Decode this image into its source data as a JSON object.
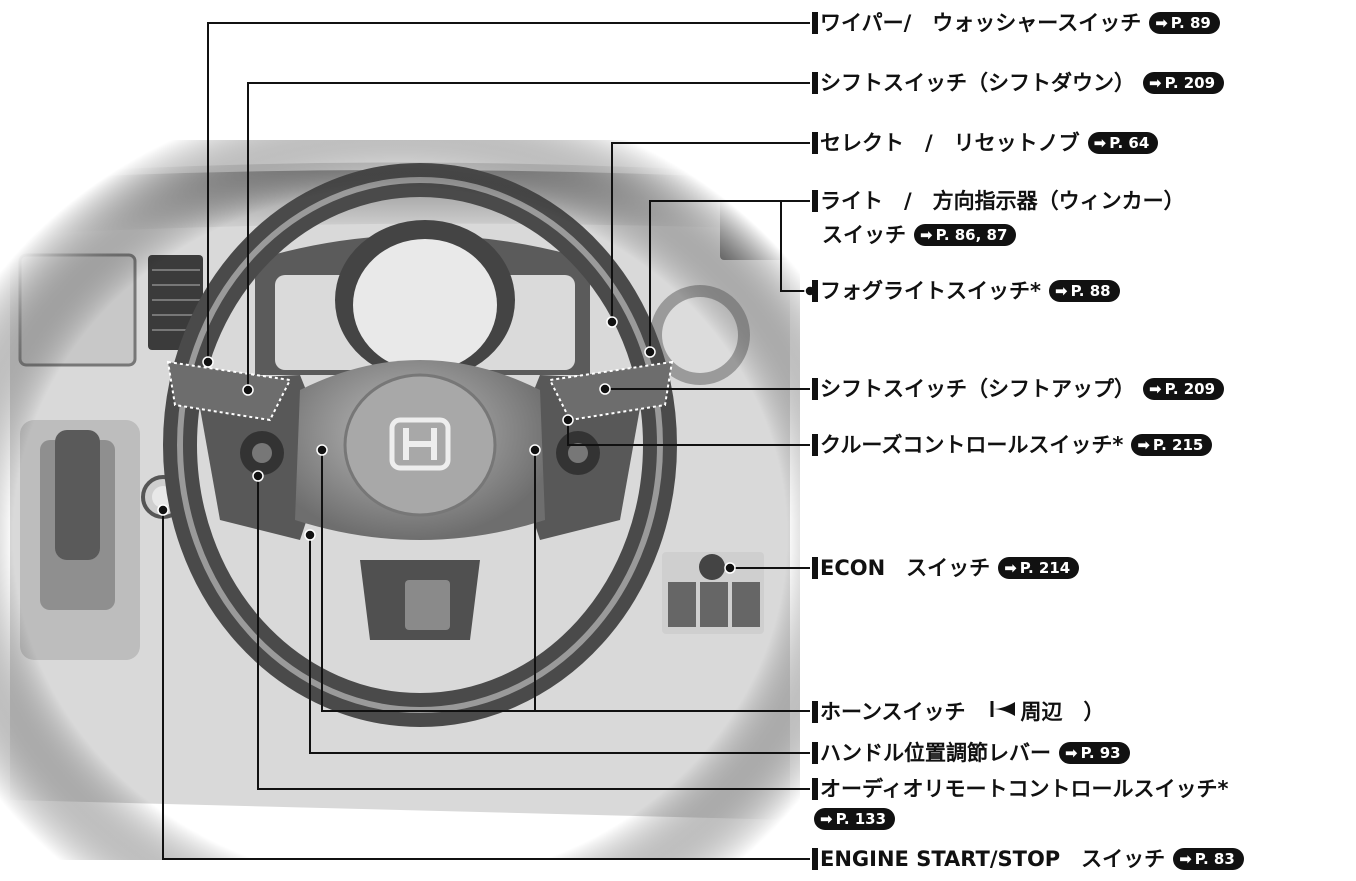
{
  "callouts": [
    {
      "text": "ワイパー/　ウォッシャースイッチ",
      "ref": "P. 89"
    },
    {
      "text": "シフトスイッチ（シフトダウン）",
      "ref": "P. 209"
    },
    {
      "text": "セレクト　/　リセットノブ",
      "ref": "P. 64"
    },
    {
      "text": "ライト　/　方向指示器（ウィンカー）",
      "continuation": "スイッチ",
      "ref": "P. 86, 87"
    },
    {
      "text": "フォグライトスイッチ*",
      "ref": "P. 88"
    },
    {
      "text": "シフトスイッチ（シフトアップ）",
      "ref": "P. 209"
    },
    {
      "text": "クルーズコントロールスイッチ*",
      "ref": "P. 215"
    },
    {
      "text": "ECON　スイッチ",
      "ref": "P. 214"
    },
    {
      "text": "ホーンスイッチ　",
      "suffix": "周辺　）",
      "ref": ""
    },
    {
      "text": "ハンドル位置調節レバー",
      "ref": "P. 93"
    },
    {
      "text": "オーディオリモートコントロールスイッチ*",
      "ref": "P. 133"
    },
    {
      "text": "ENGINE START/STOP　スイッチ",
      "ref": "P. 83"
    }
  ],
  "icons": {
    "ref_arrow": "right-arrow-icon",
    "horn": "horn-icon",
    "brand": "h-logo-icon"
  },
  "colors": {
    "ink": "#111111",
    "photo_dark": "#3a3a3a",
    "photo_mid": "#9a9a9a",
    "photo_light": "#e6e6e6"
  }
}
